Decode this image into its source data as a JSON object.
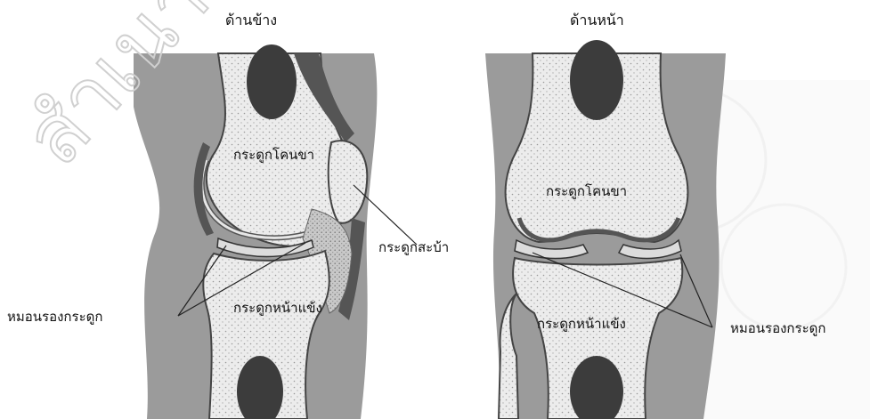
{
  "views": {
    "side": {
      "title": "ด้านข้าง",
      "femur": "กระดูกโคนขา",
      "patella": "กระดูกสะบ้า",
      "meniscus": "หมอนรองกระดูก",
      "tibia": "กระดูกหน้าแข้ง"
    },
    "front": {
      "title": "ด้านหน้า",
      "femur": "กระดูกโคนขา",
      "tibia": "กระดูกหน้าแข้ง",
      "meniscus": "หมอนรองกระดูก"
    }
  },
  "watermark": "สำเนา"
}
